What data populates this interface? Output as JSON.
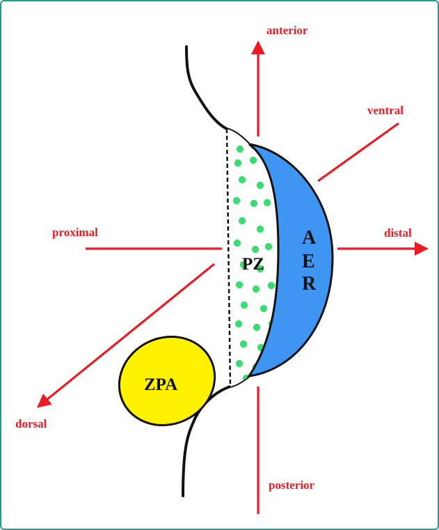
{
  "diagram": {
    "axes": {
      "anterior": "anterior",
      "posterior": "posterior",
      "ventral": "ventral",
      "dorsal": "dorsal",
      "proximal": "proximal",
      "distal": "distal"
    },
    "regions": {
      "aer_letters": [
        "A",
        "E",
        "R"
      ],
      "pz": "PZ",
      "zpa": "ZPA"
    },
    "colors": {
      "arrow": "#ea1b23",
      "aer_fill": "#3f95f2",
      "pz_dots": "#3bdc74",
      "zpa_fill": "#fff200",
      "outline": "#111111",
      "frame": "#1aa08f"
    }
  }
}
